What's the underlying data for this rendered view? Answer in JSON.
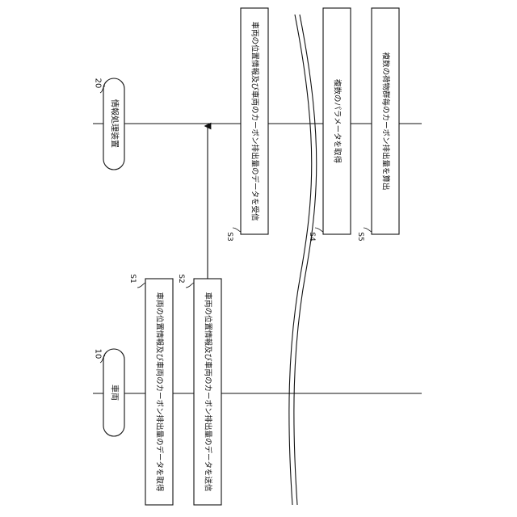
{
  "actors": {
    "vehicle": {
      "label": "車両",
      "ref": "10"
    },
    "server": {
      "label": "情報処理装置",
      "ref": "20"
    }
  },
  "steps": [
    {
      "id": "S1",
      "text": "車両の位置情報及び車両のカーボン排出量のデータを取得"
    },
    {
      "id": "S2",
      "text": "車両の位置情報及び車両のカーボン排出量のデータを送信"
    },
    {
      "id": "S3",
      "text": "車両の位置情報及び車両のカーボン排出量のデータを受信"
    },
    {
      "id": "S4",
      "text": "複数のパラメータを取得"
    },
    {
      "id": "S5",
      "text": "複数の荷物群毎のカーボン排出量を算出"
    }
  ]
}
